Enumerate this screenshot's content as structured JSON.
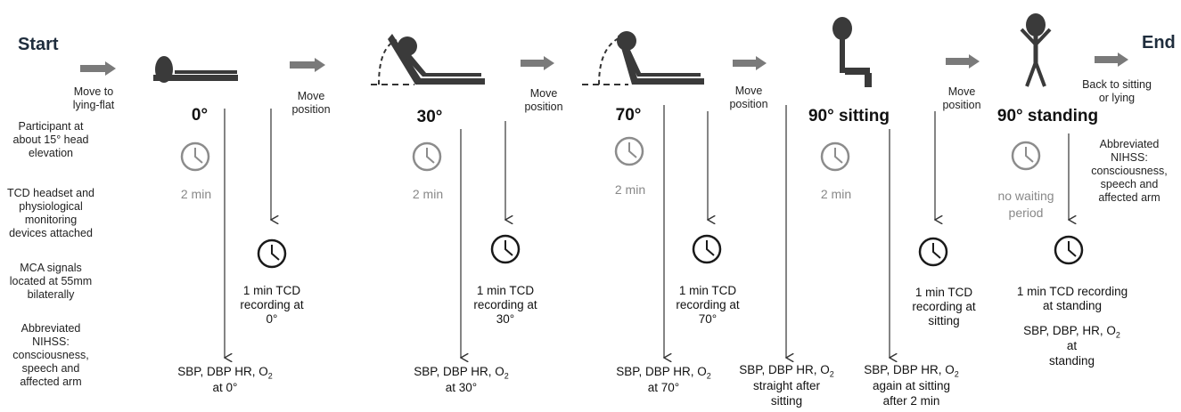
{
  "start_label": "Start",
  "end_label": "End",
  "left_notes": [
    "Participant at\nabout 15° head\nelevation",
    "TCD headset and\nphysiological\nmonitoring\ndevices attached",
    "MCA signals\nlocated at 55mm\nbilaterally",
    "Abbreviated\nNIHSS:\nconsciousness,\nspeech and\naffected arm"
  ],
  "transitions": [
    "Move to\nlying-flat",
    "Move\nposition",
    "Move\nposition",
    "Move\nposition",
    "Move\nposition",
    "Back to sitting\nor lying"
  ],
  "stages": [
    {
      "label": "0°",
      "wait": "2 min",
      "tcd": "1 min TCD\nrecording at\n0°",
      "vitals_a": "SBP, DBP HR, O",
      "vitals_b": "at 0°"
    },
    {
      "label": "30°",
      "wait": "2 min",
      "tcd": "1 min TCD\nrecording at\n30°",
      "vitals_a": "SBP, DBP HR, O",
      "vitals_b": "at 30°"
    },
    {
      "label": "70°",
      "wait": "2 min",
      "tcd": "1 min TCD\nrecording at\n70°",
      "vitals_a": "SBP, DBP HR, O",
      "vitals_b": "at 70°"
    },
    {
      "label": "90° sitting",
      "wait": "2 min",
      "tcd": "1 min TCD\nrecording at\nsitting",
      "vitals_a": "SBP, DBP HR, O",
      "vitals_b": "straight after\nsitting",
      "vitals2_a": "SBP, DBP HR, O",
      "vitals2_b": "again at sitting\nafter 2 min"
    },
    {
      "label": "90° standing",
      "wait": "no waiting\nperiod",
      "tcd": "1 min TCD recording\nat standing",
      "vitals_a": "SBP, DBP, HR, O",
      "vitals_b": "at\nstanding",
      "nihss": "Abbreviated\nNIHSS:\nconsciousness,\nspeech and\naffected arm"
    }
  ],
  "o2_subscript": "2",
  "colors": {
    "arrow_grey": "#7a7a7a",
    "figure": "#3a3a3a",
    "clock_grey": "#8c8c8c",
    "line": "#333333"
  }
}
